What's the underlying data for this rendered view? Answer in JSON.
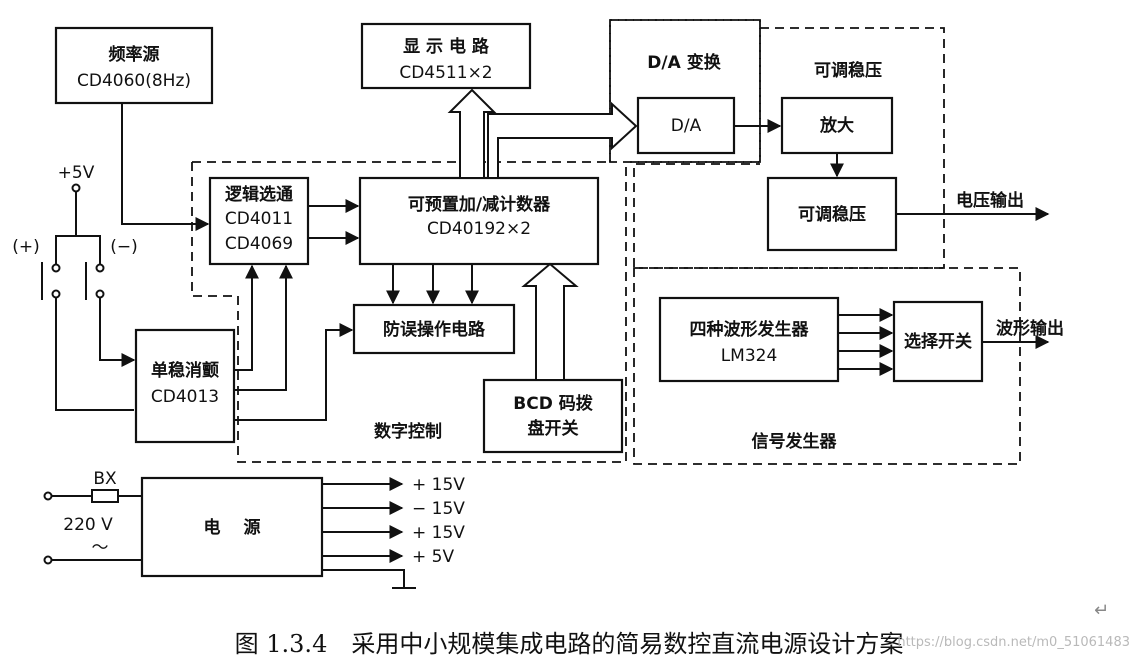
{
  "blocks": {
    "freq_source": {
      "title": "频率源",
      "chip": "CD4060(8Hz)"
    },
    "display": {
      "title": "显 示 电 路",
      "chip": "CD4511×2"
    },
    "logic_select": {
      "title": "逻辑选通",
      "chip1": "CD4011",
      "chip2": "CD4069"
    },
    "counter": {
      "title": "可预置加/减计数器",
      "chip": "CD40192×2"
    },
    "anti_misop": {
      "title": "防误操作电路"
    },
    "monostable": {
      "title": "单稳消颤",
      "chip": "CD4013"
    },
    "bcd_switch": {
      "line1": "BCD 码拨",
      "line2": "盘开关"
    },
    "da": {
      "title": "D/A"
    },
    "amplifier": {
      "title": "放大"
    },
    "adj_reg": {
      "title": "可调稳压"
    },
    "wave_gen": {
      "title": "四种波形发生器",
      "chip": "LM324"
    },
    "select_switch": {
      "title": "选择开关"
    },
    "power": {
      "title": "电　 源"
    }
  },
  "groups": {
    "da_convert": "D/A 变换",
    "adj_reg_group": "可调稳压",
    "digital_ctrl": "数字控制",
    "signal_gen": "信号发生器"
  },
  "labels": {
    "vcc": "+5V",
    "plus_btn": "(+)",
    "minus_btn": "(−)",
    "voltage_out": "电压输出",
    "wave_out": "波形输出",
    "fuse": "BX",
    "mains": "220 V",
    "ac_symbol": "～"
  },
  "rails": [
    "+ 15V",
    "− 15V",
    "+ 15V",
    "+ 5V"
  ],
  "caption": "图 1.3.4　采用中小规模集成电路的简易数控直流电源设计方案",
  "watermark": "https://blog.csdn.net/m0_51061483",
  "return_mark": "↵"
}
